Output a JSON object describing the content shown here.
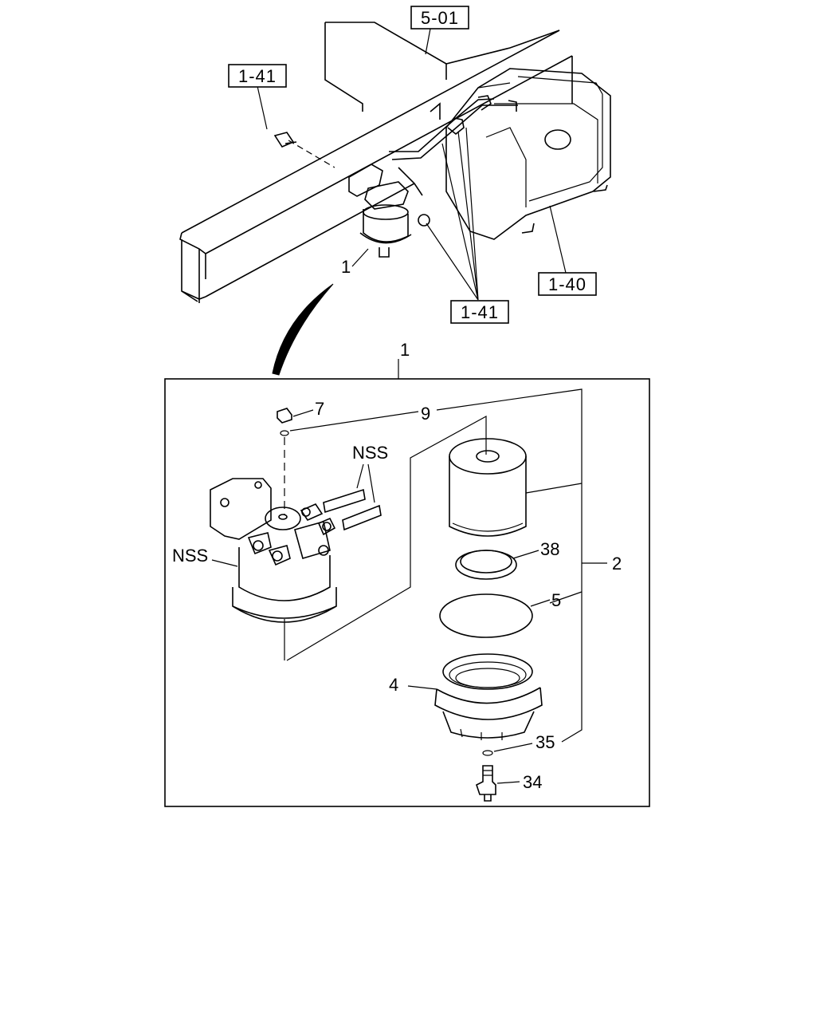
{
  "references": {
    "frame": "5-01",
    "bolt_top": "1-41",
    "tank": "1-40",
    "lines": "1-41"
  },
  "callouts": {
    "filter_assembly_top": "1",
    "filter_assembly_box": "1",
    "plug": "7",
    "o_ring_plug": "9",
    "nss_pipes": "NSS",
    "nss_head": "NSS",
    "element_kit": "2",
    "seal_ring": "38",
    "gasket": "5",
    "bowl": "4",
    "o_ring_drain": "35",
    "drain_plug": "34"
  }
}
